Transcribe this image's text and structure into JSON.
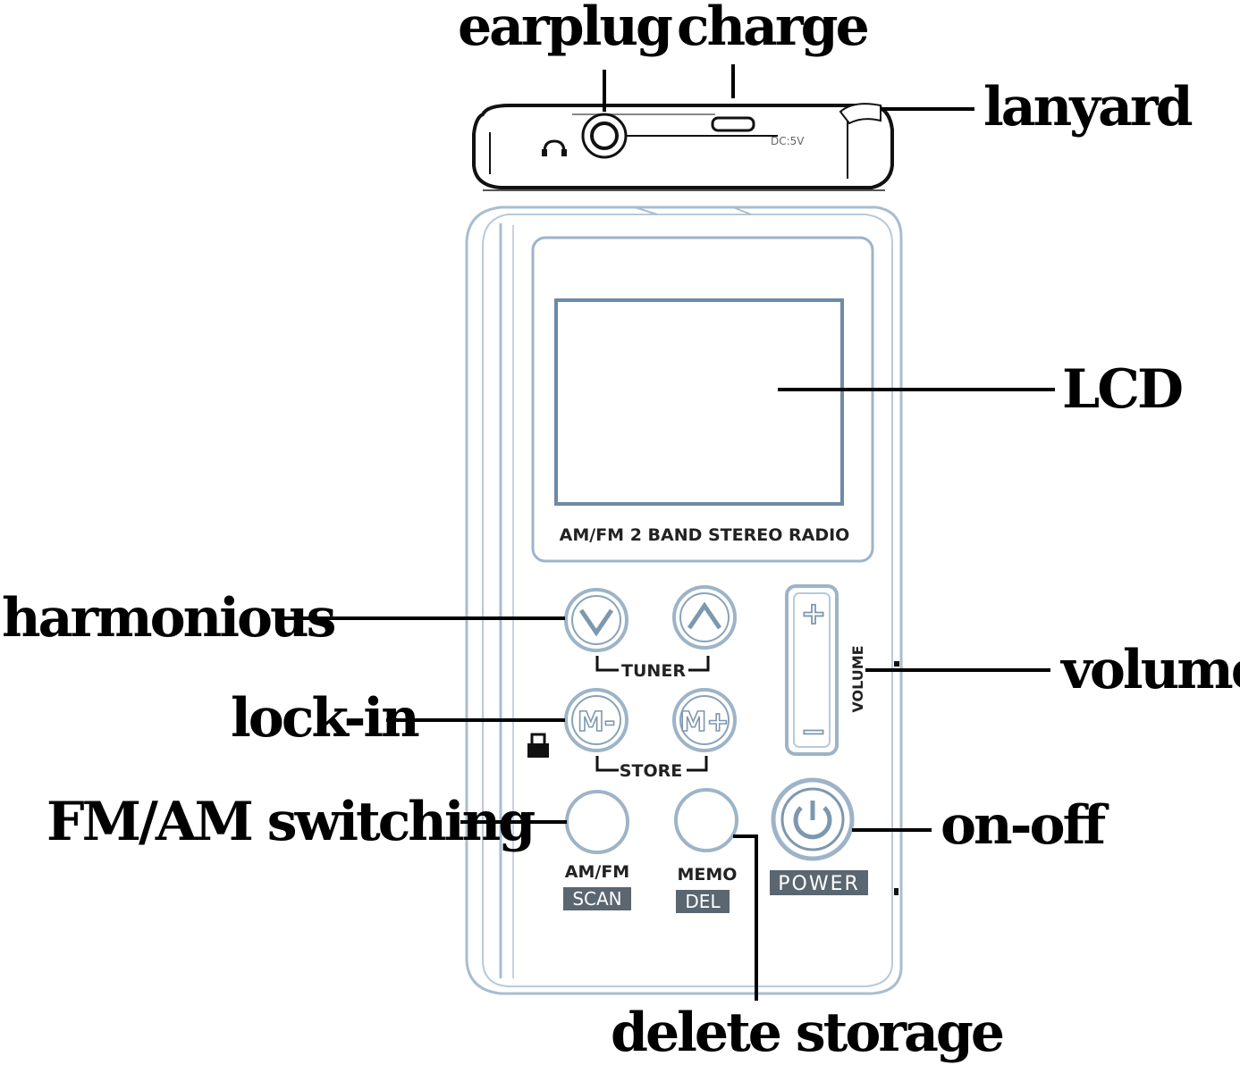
{
  "callouts": {
    "earplug": "earplug",
    "charge": "charge",
    "lanyard": "lanyard",
    "lcd": "LCD",
    "harmonious": "harmonious",
    "volume": "volume",
    "lock_in": "lock-in",
    "fm_am_switching": "FM/AM switching",
    "on_off": "on-off",
    "delete_storage": "delete storage"
  },
  "device": {
    "top_panel": {
      "dc_label": "DC:5V"
    },
    "screen_caption": "AM/FM 2 BAND STEREO RADIO",
    "buttons": {
      "tuner_down_label": "",
      "tuner_label": "TUNER",
      "m_minus_label": "M-",
      "m_plus_label": "M+",
      "store_label": "STORE",
      "amfm_label": "AM/FM",
      "scan_label": "SCAN",
      "memo_label": "MEMO",
      "del_label": "DEL",
      "power_label": "POWER",
      "volume_label": "VOLUME",
      "volume_plus": "+",
      "volume_minus": "−"
    }
  },
  "colors": {
    "outline": "#9db4c8",
    "outline_dark": "#6d8aa3",
    "label_box": "#5a6670",
    "text": "#000000"
  }
}
